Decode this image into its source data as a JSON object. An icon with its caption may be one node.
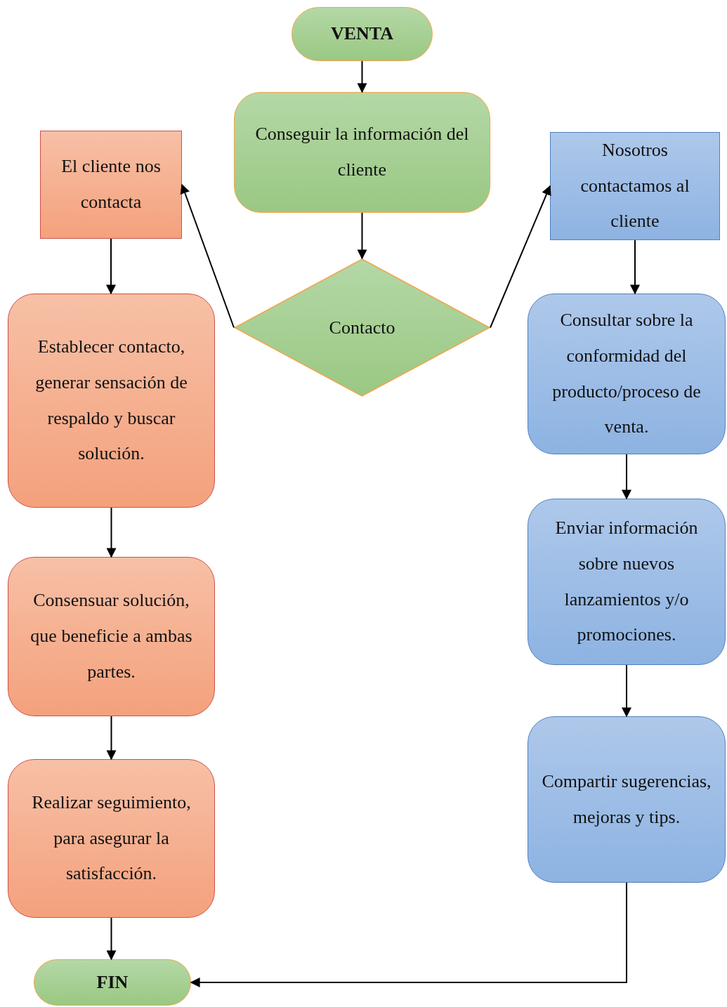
{
  "diagram": {
    "nodes": [
      {
        "text": [
          "VENTA"
        ]
      },
      {
        "text": [
          "Conseguir la información del cliente"
        ]
      },
      {
        "text": [
          "Contacto"
        ]
      },
      {
        "text": [
          "El cliente nos contacta"
        ]
      },
      {
        "text": [
          "Nosotros contactamos al cliente"
        ]
      },
      {
        "text": [
          "Establecer contacto, generar sensación de respaldo y buscar solución."
        ]
      },
      {
        "text": [
          "Consensuar solución, que beneficie a ambas partes."
        ]
      },
      {
        "text": [
          "Realizar seguimiento, para asegurar la satisfacción."
        ]
      },
      {
        "text": [
          "FIN"
        ]
      },
      {
        "text": [
          "Consultar sobre la conformidad del producto/proceso de venta."
        ]
      },
      {
        "text": [
          "Enviar información sobre nuevos lanzamientos y/o promociones."
        ]
      },
      {
        "text": [
          "Compartir sugerencias, mejoras y tips."
        ]
      }
    ],
    "edges": [
      {
        "from": 0,
        "to": 1,
        "arrow": "to"
      },
      {
        "from": 1,
        "to": 2,
        "arrow": "to"
      },
      {
        "from": 2,
        "to": 3,
        "arrow": "to"
      },
      {
        "from": 2,
        "to": 4,
        "arrow": "to"
      },
      {
        "from": 3,
        "to": 5,
        "arrow": "to"
      },
      {
        "from": 5,
        "to": 6,
        "arrow": "to"
      },
      {
        "from": 6,
        "to": 7,
        "arrow": "to"
      },
      {
        "from": 7,
        "to": 8,
        "arrow": "to"
      },
      {
        "from": 4,
        "to": 9,
        "arrow": "to"
      },
      {
        "from": 9,
        "to": 10,
        "arrow": "to"
      },
      {
        "from": 10,
        "to": 11,
        "arrow": "to"
      },
      {
        "from": 11,
        "to": 8,
        "arrow": "to"
      }
    ]
  }
}
